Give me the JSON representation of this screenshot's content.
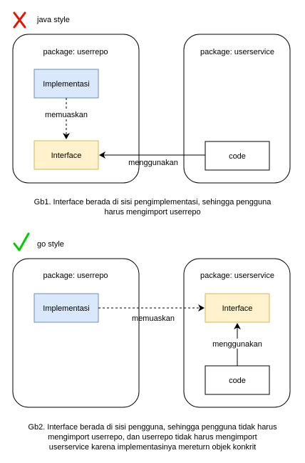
{
  "colors": {
    "implementation_fill": "#dae8fc",
    "implementation_stroke": "#6c8ebf",
    "interface_fill": "#fff2cc",
    "interface_stroke": "#d6b656",
    "wrong_mark": "#e51400",
    "right_mark": "#00cc00"
  },
  "java_section": {
    "mark_icon": "x-mark-icon",
    "title": "java style",
    "left_package": "package: userrepo",
    "right_package": "package: userservice",
    "implementation": "Implementasi",
    "interface": "Interface",
    "code": "code",
    "satisfies_label": "memuaskan",
    "uses_label": "menggunakan",
    "caption_line1": "Gb1. Interface berada di sisi pengimplementasi, sehingga pengguna",
    "caption_line2": "harus mengimport userrepo"
  },
  "go_section": {
    "mark_icon": "check-mark-icon",
    "title": "go style",
    "left_package": "package: userrepo",
    "right_package": "package: userservice",
    "implementation": "Implementasi",
    "interface": "Interface",
    "code": "code",
    "satisfies_label": "memuaskan",
    "uses_label": "menggunakan",
    "caption_line1": "Gb2. Interface berada di sisi pengguna, sehingga pengguna tidak harus",
    "caption_line2": "mengimport userrepo, dan userrepo tidak harus mengimport",
    "caption_line3": "userservice karena implementasinya mereturn objek konkrit"
  }
}
